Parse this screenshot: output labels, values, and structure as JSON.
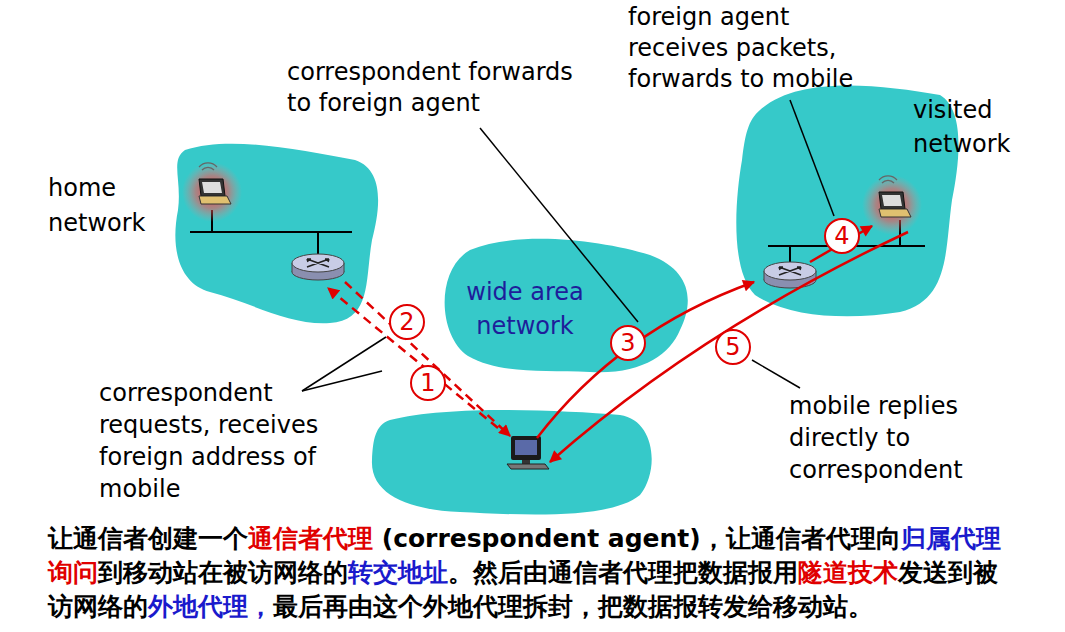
{
  "diagram": {
    "caption": "让通信者创建一个通信者代理 (correspondent agent)，让通信者代理向归属代理询问到移动站在被访网络的转交地址。然后由通信者代理把数据报用隧道技术发送到被访网络的外地代理，最后再由这个外地代理拆封，把数据报转发给移动站。",
    "nodes": [
      {
        "text": [
          "home network"
        ]
      },
      {
        "text": [
          "wide area network"
        ]
      },
      {
        "text": [
          "visited network"
        ]
      }
    ],
    "labels": [
      "foreign agent receives packets, forwards to mobile",
      "correspondent forwards to foreign agent",
      "correspondent requests, receives foreign address of mobile",
      "mobile replies directly to correspondent",
      "1",
      "2",
      "3",
      "4",
      "5"
    ]
  }
}
